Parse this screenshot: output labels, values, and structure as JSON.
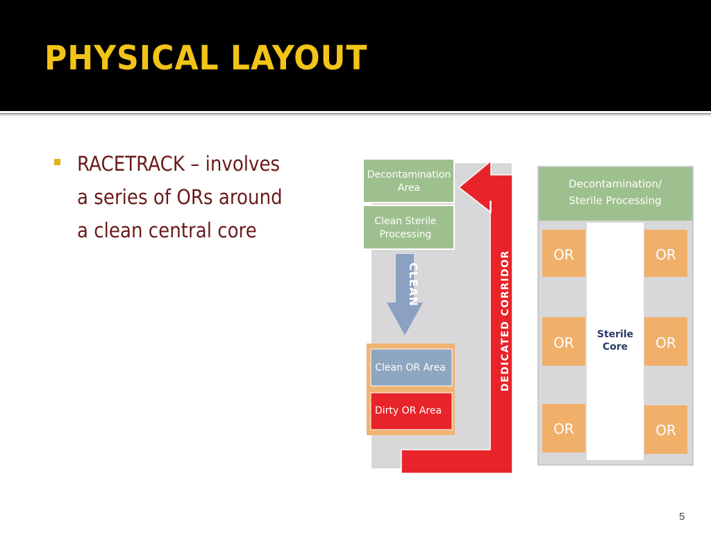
{
  "slide": {
    "title": "PHYSICAL LAYOUT",
    "bullet": {
      "lines": [
        "RACETRACK – involves",
        "a series of ORs around",
        "a clean central core"
      ]
    },
    "page_number": "5"
  },
  "diagram_left": {
    "decontamination_area": "Decontamination|Area",
    "clean_sterile_processing": "Clean Sterile|Processing",
    "clean_arrow_label": "CLEAN",
    "clean_or_area": "Clean OR Area",
    "dirty_or_area": "Dirty OR Area",
    "corridor_label": "DEDICATED CORRIDOR"
  },
  "diagram_right": {
    "header": "Decontamination/|Sterile Processing",
    "core": "Sterile|Core",
    "or_rooms": [
      "OR",
      "OR",
      "OR",
      "OR",
      "OR",
      "OR"
    ]
  },
  "colors": {
    "header_bg": "#000000",
    "title": "#f2c318",
    "bullet_text": "#6a1a1a",
    "bullet_marker": "#e0b21c",
    "green_box": "#9ec08e",
    "gray_bg": "#d8d8da",
    "red": "#e8242a",
    "blue_arrow": "#8aa1c4",
    "orange_frame": "#f0b472",
    "clean_or_blue": "#8fa6c0",
    "or_orange": "#f0b06a"
  }
}
